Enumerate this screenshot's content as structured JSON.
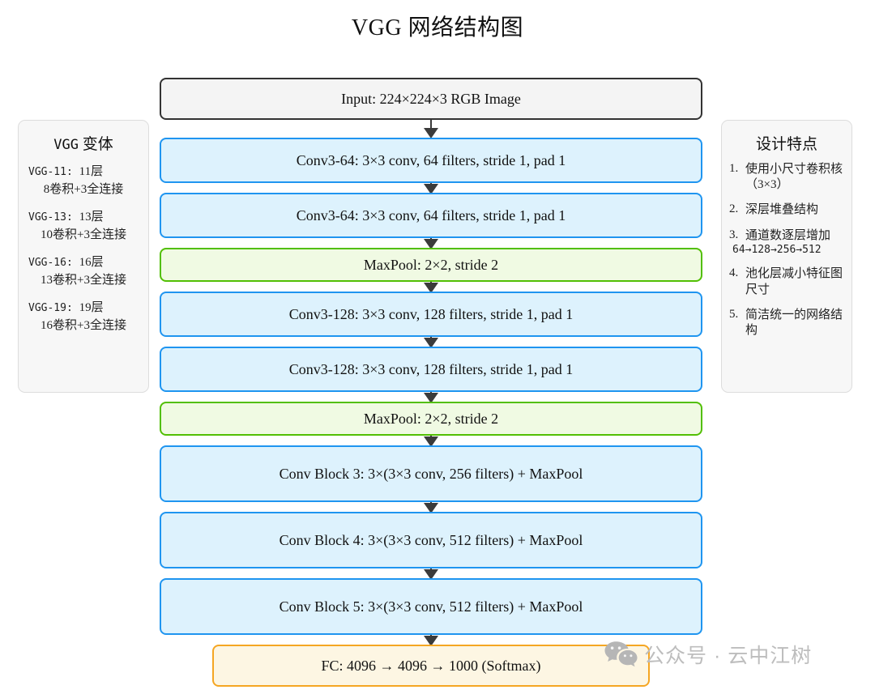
{
  "title": "VGG 网络结构图",
  "colors": {
    "input_border": "#333333",
    "input_fill": "#f4f4f4",
    "conv_border": "#1f95f0",
    "conv_fill": "#ddf2fd",
    "pool_border": "#52bf04",
    "pool_fill": "#f0fae3",
    "fc_border": "#f5a623",
    "fc_fill": "#fdf6e3",
    "panel_fill": "#f7f7f7",
    "arrow": "#3b3b3b",
    "watermark": "#bdbdbd"
  },
  "flow": {
    "nodes": [
      {
        "id": "input",
        "type": "input",
        "label": "Input: 224×224×3 RGB Image"
      },
      {
        "id": "conv1a",
        "type": "conv",
        "label": "Conv3-64: 3×3 conv, 64 filters, stride 1, pad 1"
      },
      {
        "id": "conv1b",
        "type": "conv",
        "label": "Conv3-64: 3×3 conv, 64 filters, stride 1, pad 1"
      },
      {
        "id": "pool1",
        "type": "pool",
        "label": "MaxPool: 2×2, stride 2"
      },
      {
        "id": "conv2a",
        "type": "conv",
        "label": "Conv3-128: 3×3 conv, 128 filters, stride 1, pad 1"
      },
      {
        "id": "conv2b",
        "type": "conv",
        "label": "Conv3-128: 3×3 conv, 128 filters, stride 1, pad 1"
      },
      {
        "id": "pool2",
        "type": "pool",
        "label": "MaxPool: 2×2, stride 2"
      },
      {
        "id": "block3",
        "type": "block",
        "label": "Conv Block 3: 3×(3×3 conv, 256 filters) + MaxPool"
      },
      {
        "id": "block4",
        "type": "block",
        "label": "Conv Block 4: 3×(3×3 conv, 512 filters) + MaxPool"
      },
      {
        "id": "block5",
        "type": "block",
        "label": "Conv Block 5: 3×(3×3 conv, 512 filters) + MaxPool"
      },
      {
        "id": "fc",
        "type": "fc",
        "label": "FC: 4096 → 4096 → 1000 (Softmax)"
      }
    ]
  },
  "left_panel": {
    "title_mono": "VGG",
    "title_cn": "变体",
    "variants": [
      {
        "name": "VGG-11:",
        "layers": "11层",
        "detail": "8卷积+3全连接"
      },
      {
        "name": "VGG-13:",
        "layers": "13层",
        "detail": "10卷积+3全连接"
      },
      {
        "name": "VGG-16:",
        "layers": "16层",
        "detail": "13卷积+3全连接"
      },
      {
        "name": "VGG-19:",
        "layers": "19层",
        "detail": "16卷积+3全连接"
      }
    ]
  },
  "right_panel": {
    "title": "设计特点",
    "features": [
      {
        "num": "1.",
        "text": "使用小尺寸卷积核（3×3）",
        "sub": ""
      },
      {
        "num": "2.",
        "text": "深层堆叠结构",
        "sub": ""
      },
      {
        "num": "3.",
        "text": "通道数逐层增加",
        "sub": "64→128→256→512"
      },
      {
        "num": "4.",
        "text": "池化层减小特征图尺寸",
        "sub": ""
      },
      {
        "num": "5.",
        "text": "简洁统一的网络结构",
        "sub": ""
      }
    ]
  },
  "watermark": {
    "icon": "wechat-icon",
    "text": "公众号 · 云中江树"
  }
}
